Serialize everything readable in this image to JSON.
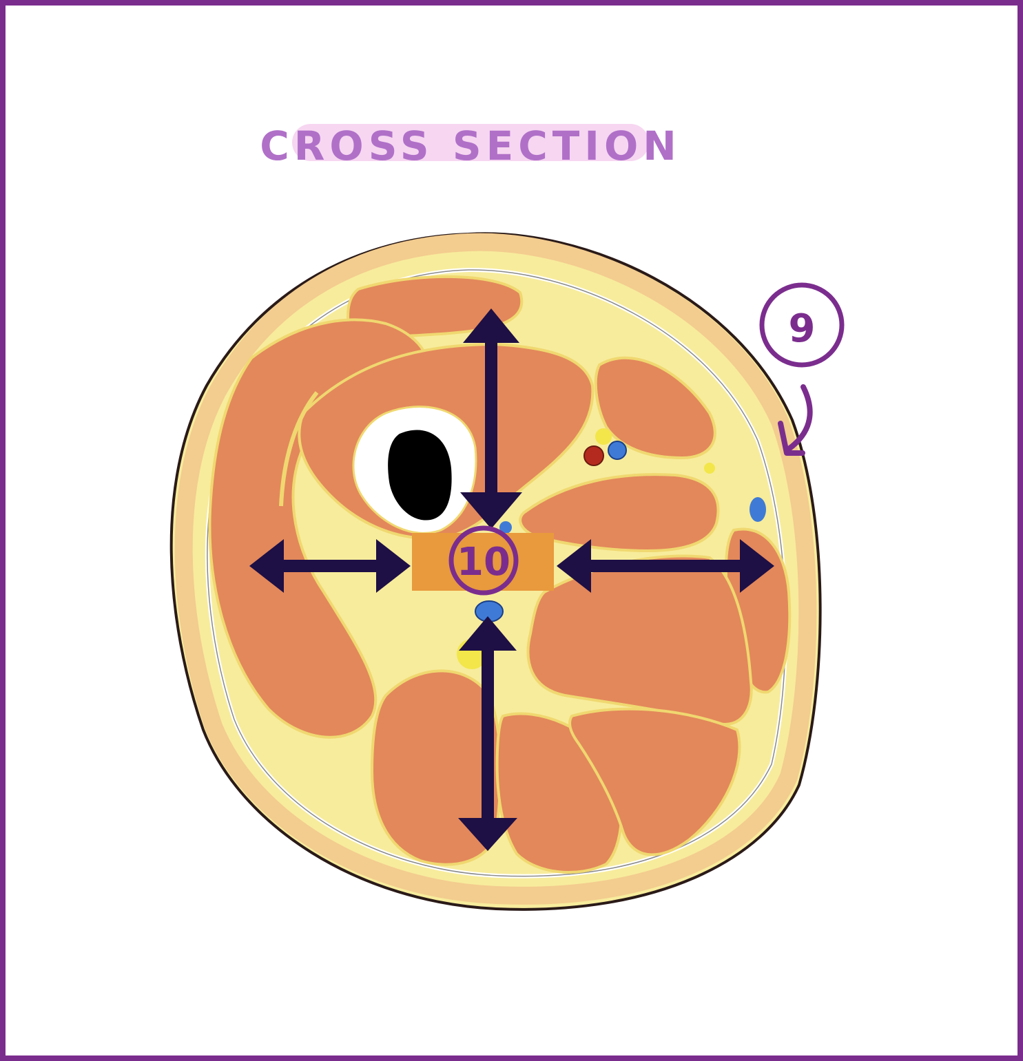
{
  "title": "CROSS SECTION",
  "labels": {
    "label_9": "9",
    "label_10": "10"
  },
  "colors": {
    "frame": "#7b2d8e",
    "title_text": "#b070c8",
    "title_highlight": "#f6d6f1",
    "label_ink": "#7b2d8e",
    "arrow": "#1e0f45",
    "skin_fat": "#f7ec9c",
    "fat_band": "#f3cc8f",
    "outline": "#2a1a18",
    "muscle": "#e3885b",
    "connective": "#f7ec9c",
    "fascia": "#ffffff",
    "bone_cortex": "#ffffff",
    "bone_marrow": "#000000",
    "label_box": "#e89a3d",
    "vein": "#3f7bd6",
    "artery": "#b52a1e",
    "nerve": "#f2e64a"
  }
}
